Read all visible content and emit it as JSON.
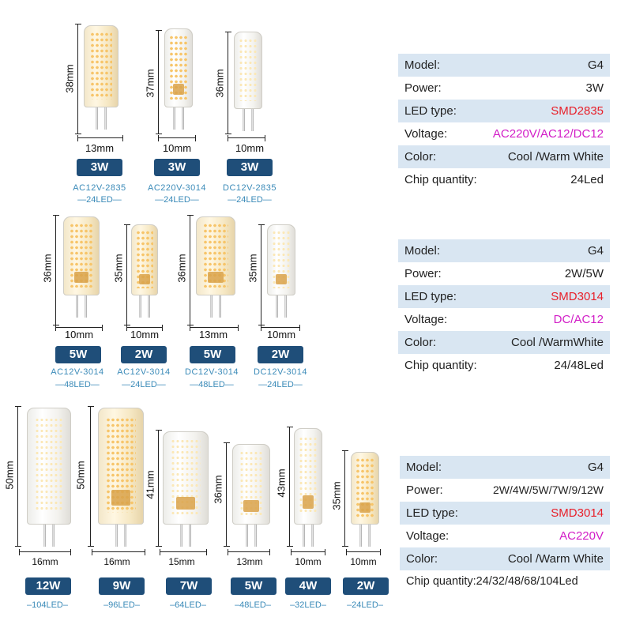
{
  "groups": [
    {
      "products": [
        {
          "height": "38mm",
          "width": "13mm",
          "watt": "3W",
          "spec": "AC12V-2835",
          "leds": "—24LED—"
        },
        {
          "height": "37mm",
          "width": "10mm",
          "watt": "3W",
          "spec": "AC220V-3014",
          "leds": "—24LED—"
        },
        {
          "height": "36mm",
          "width": "10mm",
          "watt": "3W",
          "spec": "DC12V-2835",
          "leds": "—24LED—"
        }
      ],
      "table": [
        {
          "label": "Model:",
          "value": "G4"
        },
        {
          "label": "Power:",
          "value": "3W"
        },
        {
          "label": "LED type:",
          "value": "SMD2835"
        },
        {
          "label": "Voltage:",
          "value": "AC220V/AC12/DC12"
        },
        {
          "label": "Color:",
          "value": "Cool /Warm White"
        },
        {
          "label": "Chip quantity:",
          "value": "24Led"
        }
      ]
    },
    {
      "products": [
        {
          "height": "36mm",
          "width": "10mm",
          "watt": "5W",
          "spec": "AC12V-3014",
          "leds": "—48LED—"
        },
        {
          "height": "35mm",
          "width": "10mm",
          "watt": "2W",
          "spec": "AC12V-3014",
          "leds": "—24LED—"
        },
        {
          "height": "36mm",
          "width": "13mm",
          "watt": "5W",
          "spec": "DC12V-3014",
          "leds": "—48LED—"
        },
        {
          "height": "35mm",
          "width": "10mm",
          "watt": "2W",
          "spec": "DC12V-3014",
          "leds": "—24LED—"
        }
      ],
      "table": [
        {
          "label": "Model:",
          "value": "G4"
        },
        {
          "label": "Power:",
          "value": "2W/5W"
        },
        {
          "label": "LED type:",
          "value": "SMD3014"
        },
        {
          "label": "Voltage:",
          "value": "DC/AC12"
        },
        {
          "label": "Color:",
          "value": "Cool /WarmWhite"
        },
        {
          "label": "Chip quantity:",
          "value": "24/48Led"
        }
      ]
    },
    {
      "products": [
        {
          "height": "50mm",
          "width": "16mm",
          "watt": "12W",
          "leds": "–104LED–"
        },
        {
          "height": "50mm",
          "width": "16mm",
          "watt": "9W",
          "leds": "–96LED–"
        },
        {
          "height": "41mm",
          "width": "15mm",
          "watt": "7W",
          "leds": "–64LED–"
        },
        {
          "height": "36mm",
          "width": "13mm",
          "watt": "5W",
          "leds": "–48LED–"
        },
        {
          "height": "43mm",
          "width": "10mm",
          "watt": "4W",
          "leds": "–32LED–"
        },
        {
          "height": "35mm",
          "width": "10mm",
          "watt": "2W",
          "leds": "–24LED–"
        }
      ],
      "table": [
        {
          "label": "Model:",
          "value": "G4"
        },
        {
          "label": "Power:",
          "value": "2W/4W/5W/7W/9/12W"
        },
        {
          "label": "LED type:",
          "value": "SMD3014"
        },
        {
          "label": "Voltage:",
          "value": "AC220V"
        },
        {
          "label": "Color:",
          "value": "Cool /Warm White"
        },
        {
          "label": "Chip quantity:",
          "value": "Chip quantity:24/32/48/68/104Led"
        }
      ]
    }
  ],
  "colors": {
    "badge": "#1f4e79",
    "spec_text": "#3a8ab8",
    "table_shade": "#d9e6f2",
    "red_value": "#e8202a",
    "magenta_value": "#d21dc7"
  }
}
